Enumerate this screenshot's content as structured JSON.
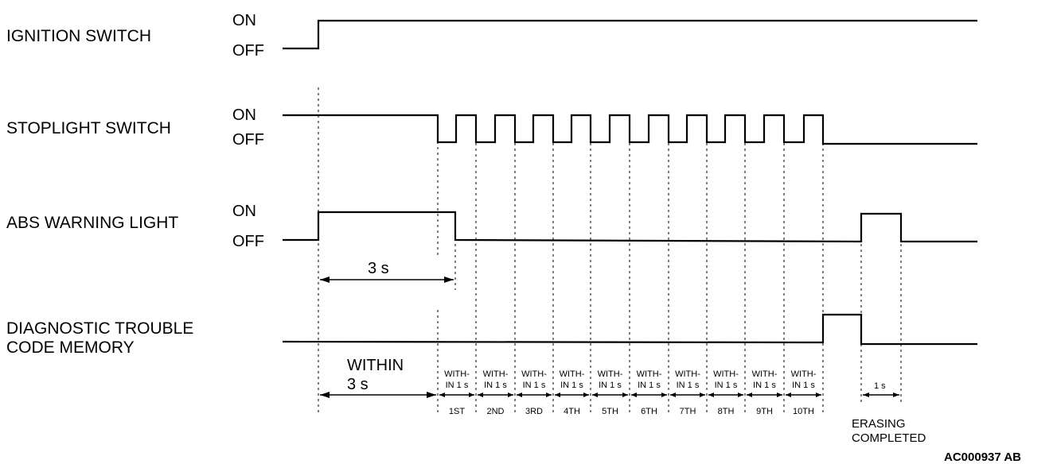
{
  "signals": [
    {
      "name": "IGNITION SWITCH",
      "on": "ON",
      "off": "OFF"
    },
    {
      "name": "STOPLIGHT SWITCH",
      "on": "ON",
      "off": "OFF"
    },
    {
      "name": "ABS WARNING LIGHT",
      "on": "ON",
      "off": "OFF"
    },
    {
      "name_line1": "DIAGNOSTIC TROUBLE",
      "name_line2": "CODE MEMORY"
    }
  ],
  "timing": {
    "three_s": "3 s",
    "within_line1": "WITHIN",
    "within_line2": "3 s",
    "within_short_line1": "WITH-",
    "within_short_line2": "IN 1 s",
    "one_s": "1 s"
  },
  "ordinals": [
    "1ST",
    "2ND",
    "3RD",
    "4TH",
    "5TH",
    "6TH",
    "7TH",
    "8TH",
    "9TH",
    "10TH"
  ],
  "erasing": {
    "line1": "ERASING",
    "line2": "COMPLETED"
  },
  "figure_id": "AC000937 AB"
}
